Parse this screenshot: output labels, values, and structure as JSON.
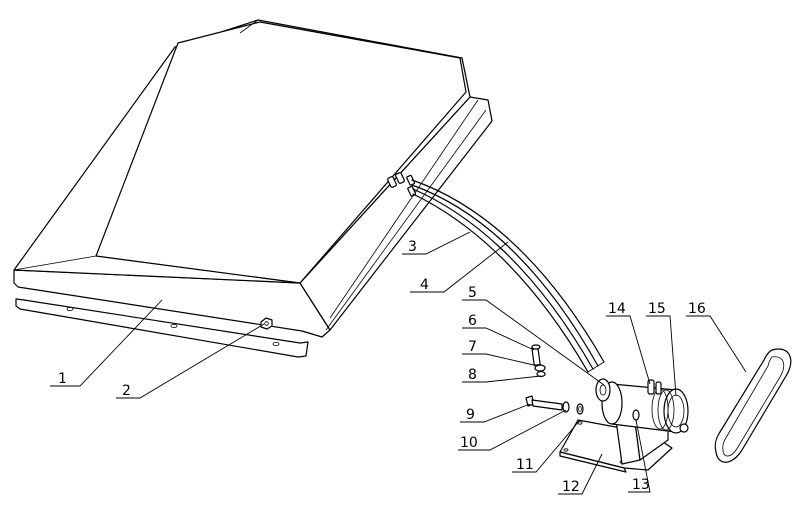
{
  "labels": [
    "1",
    "2",
    "3",
    "4",
    "5",
    "6",
    "7",
    "8",
    "9",
    "10",
    "11",
    "12",
    "13",
    "14",
    "15",
    "16"
  ],
  "colors": {
    "line": "#000000",
    "background": "#ffffff"
  }
}
